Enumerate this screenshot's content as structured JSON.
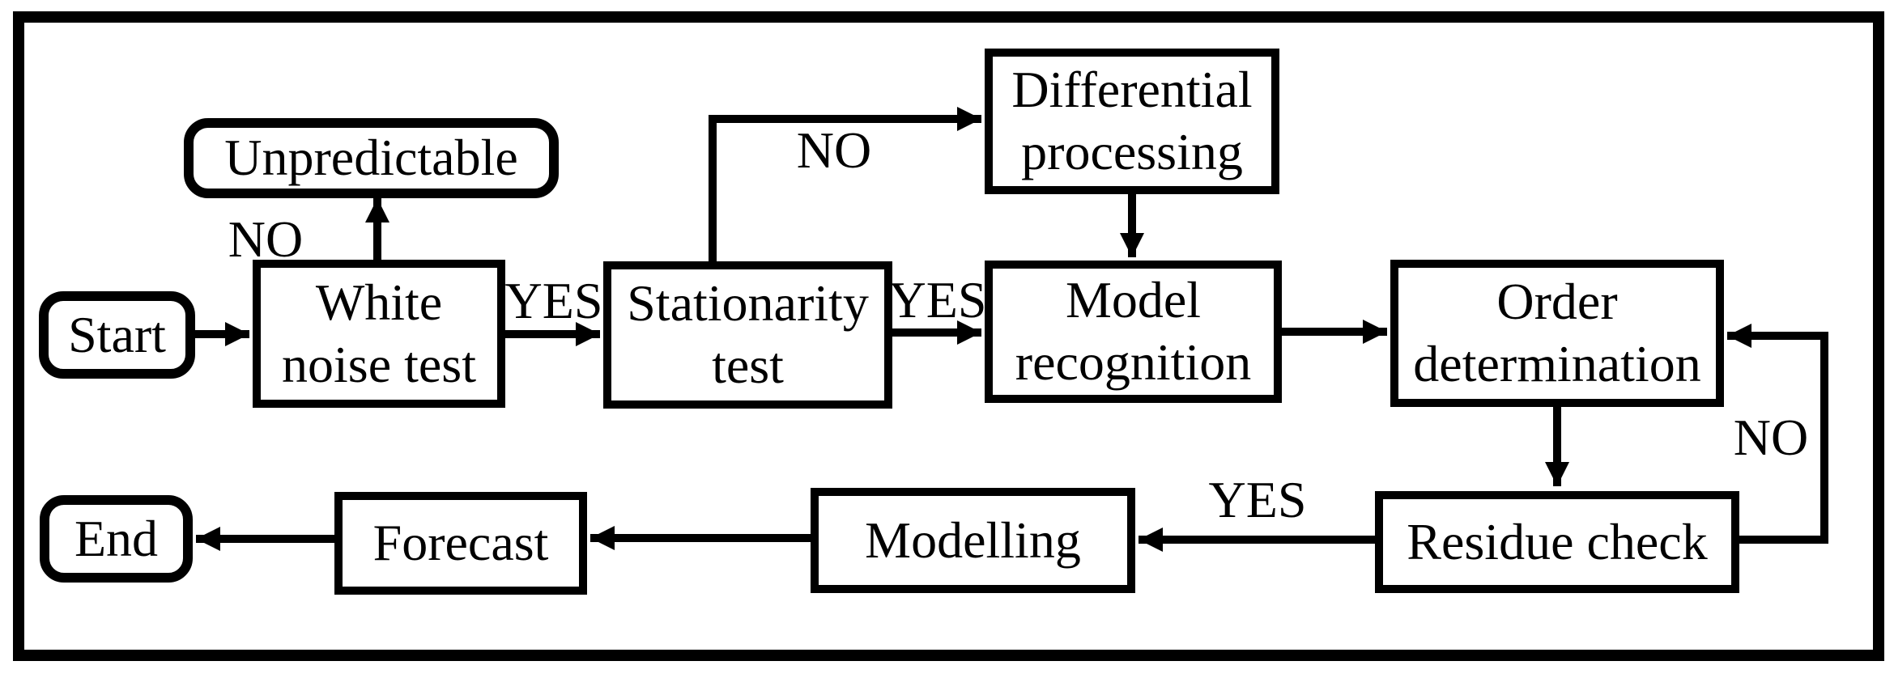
{
  "diagram": {
    "type": "flowchart",
    "colors": {
      "line": "#000000",
      "background": "#ffffff",
      "text": "#000000"
    },
    "nodes": {
      "start": {
        "label": "Start",
        "shape": "rounded"
      },
      "white_noise_test": {
        "label": "White\nnoise test",
        "shape": "rect"
      },
      "unpredictable": {
        "label": "Unpredictable",
        "shape": "rounded"
      },
      "stationarity_test": {
        "label": "Stationarity\ntest",
        "shape": "rect"
      },
      "differential_processing": {
        "label": "Differential\nprocessing",
        "shape": "rect"
      },
      "model_recognition": {
        "label": "Model\nrecognition",
        "shape": "rect"
      },
      "order_determination": {
        "label": "Order\ndetermination",
        "shape": "rect"
      },
      "residue_check": {
        "label": "Residue check",
        "shape": "rect"
      },
      "modelling": {
        "label": "Modelling",
        "shape": "rect"
      },
      "forecast": {
        "label": "Forecast",
        "shape": "rect"
      },
      "end": {
        "label": "End",
        "shape": "rounded"
      }
    },
    "edge_labels": {
      "white_noise_no": "NO",
      "white_noise_yes": "YES",
      "stationarity_no": "NO",
      "stationarity_yes": "YES",
      "residue_no": "NO",
      "residue_yes": "YES"
    },
    "edges": [
      {
        "from": "Start",
        "to": "White noise test",
        "label": ""
      },
      {
        "from": "White noise test",
        "to": "Unpredictable",
        "label": "NO"
      },
      {
        "from": "White noise test",
        "to": "Stationarity test",
        "label": "YES"
      },
      {
        "from": "Stationarity test",
        "to": "Differential processing",
        "label": "NO"
      },
      {
        "from": "Stationarity test",
        "to": "Model recognition",
        "label": "YES"
      },
      {
        "from": "Differential processing",
        "to": "Model recognition",
        "label": ""
      },
      {
        "from": "Model recognition",
        "to": "Order determination",
        "label": ""
      },
      {
        "from": "Order determination",
        "to": "Residue check",
        "label": ""
      },
      {
        "from": "Residue check",
        "to": "Order determination",
        "label": "NO"
      },
      {
        "from": "Residue check",
        "to": "Modelling",
        "label": "YES"
      },
      {
        "from": "Modelling",
        "to": "Forecast",
        "label": ""
      },
      {
        "from": "Forecast",
        "to": "End",
        "label": ""
      }
    ]
  }
}
